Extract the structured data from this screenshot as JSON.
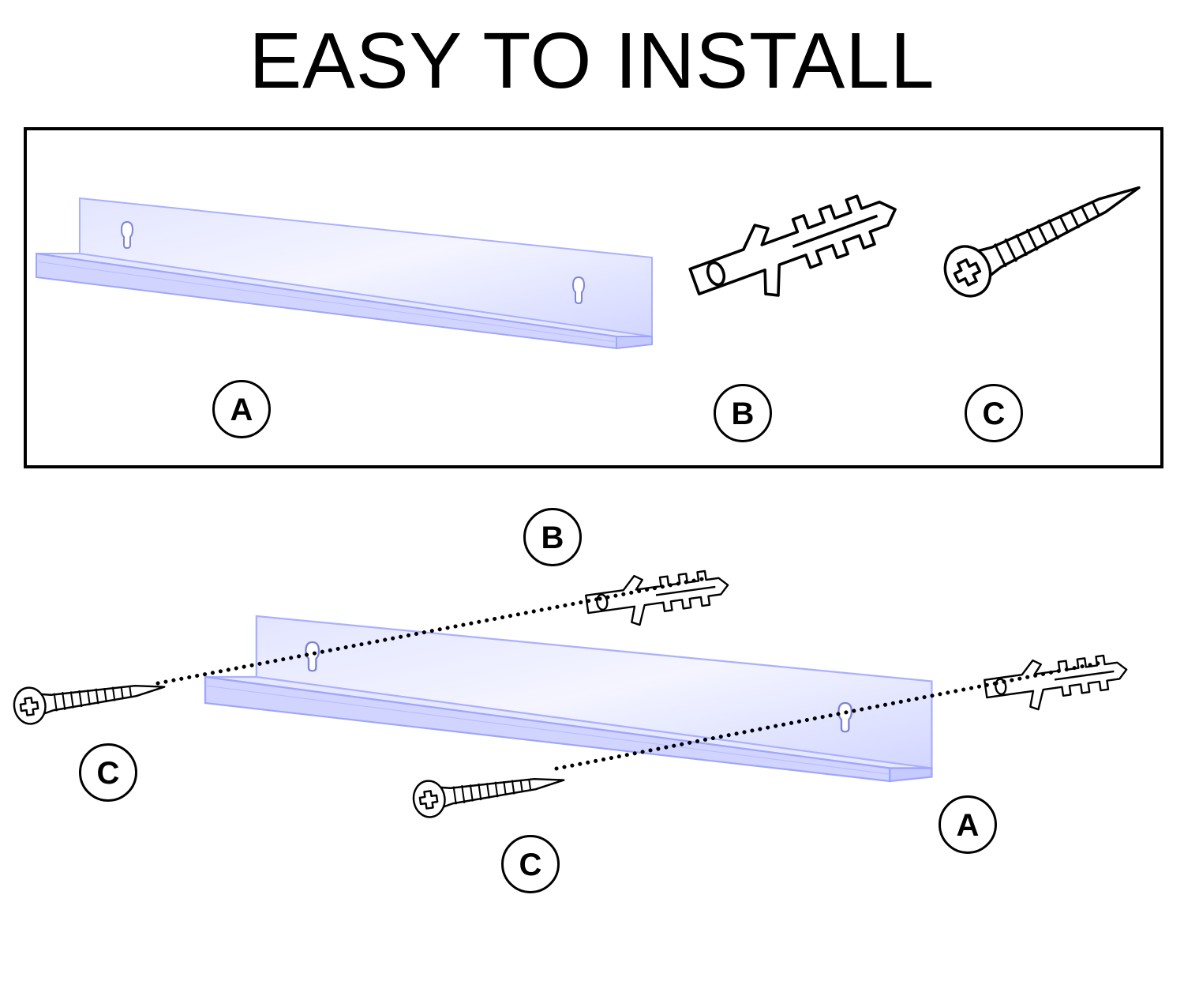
{
  "title": "EASY TO INSTALL",
  "parts": {
    "shelf_label": "A",
    "anchor_label": "B",
    "screw_label": "C"
  },
  "assembly": {
    "anchor_label": "B",
    "screw_left_label": "C",
    "screw_right_label": "C",
    "shelf_label": "A"
  },
  "colors": {
    "shelf_fill": "#d9dcff",
    "shelf_edge": "#a9afff",
    "line": "#000000"
  }
}
